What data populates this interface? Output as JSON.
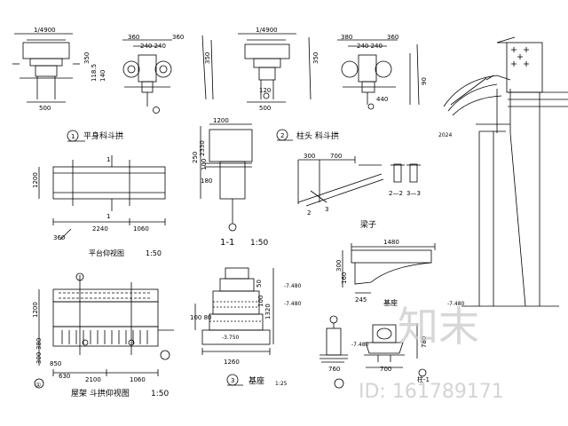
{
  "sheet": {
    "dims_top": {
      "d1": "1/4900",
      "d2": "360",
      "d3": "240 240",
      "d4": "360",
      "d5": "1/4900",
      "d6": "380",
      "d7": "240 240",
      "d8": "360",
      "v350a": "350",
      "v1185": "118.5",
      "v140": "140",
      "v350b": "350",
      "v120": "120",
      "v350c": "350",
      "v90": "90",
      "b500a": "500",
      "b500b": "500",
      "b440": "440"
    },
    "callouts": {
      "c1_num": "1",
      "c1_text": "平身科斗拱",
      "c2_num": "2",
      "c2_text": "柱头 科斗拱",
      "c3_num": "3",
      "c3_text": "基座",
      "c3_scale": "1:25"
    },
    "plan_a": {
      "h1200": "1200",
      "w2240": "2240",
      "w1060": "1060",
      "w360": "360",
      "mark1a": "1",
      "mark1b": "1",
      "title": "平台仰视图",
      "scale": "1:50"
    },
    "section_small": {
      "w1200": "1200",
      "h250": "250",
      "h100": "100",
      "h2330": "2330",
      "h180": "180"
    },
    "section_11": {
      "title": "1-1",
      "scale": "1:50",
      "h50": "50",
      "h100": "100",
      "h1320": "1320",
      "lvl1": "-7.480",
      "lvl2": "-7.480",
      "w1260": "1260",
      "h1000": "100 80",
      "lvl3": "-3.750"
    },
    "bracket": {
      "w300": "300",
      "w700": "700",
      "s22": "2—2",
      "s33": "3—3",
      "n2": "2",
      "n3": "3"
    },
    "beam": {
      "title": "梁子",
      "w1480": "1480",
      "h300": "300",
      "h160": "160",
      "w245": "245"
    },
    "plan_b": {
      "h1200": "1200",
      "h380": "380",
      "h300": "300",
      "w850": "850",
      "w630": "630",
      "w2100": "2100",
      "w1060": "1060",
      "title": "屋架 斗拱仰视图",
      "scale": "1:50",
      "mark": "①"
    },
    "small_detail": {
      "title": "基座",
      "w760": "760",
      "w700": "700",
      "h780": "780",
      "lvl": "-7.480",
      "lbl": "柱-1"
    },
    "right_elev": {
      "lvl_a": "-7.480",
      "lvl_b": "2024"
    },
    "watermark": {
      "logo": "知末",
      "id": "ID: 161789171"
    }
  }
}
